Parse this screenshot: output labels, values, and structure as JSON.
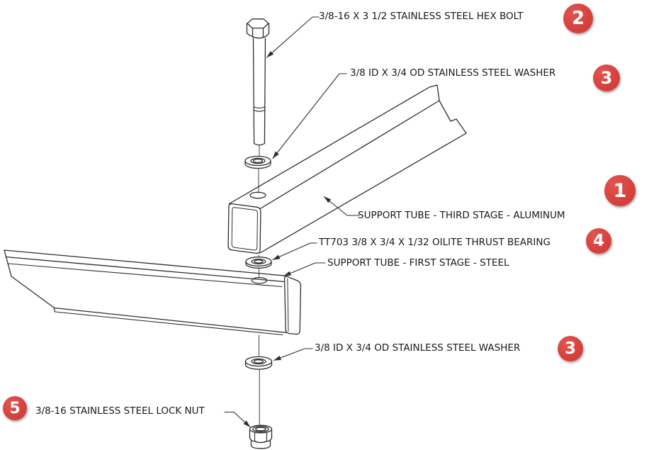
{
  "diagram_type": "exploded-assembly-drawing",
  "colors": {
    "background": "#ffffff",
    "line": "#2e2e2e",
    "label_text": "#1a1a1a",
    "badge_fill": "#d7423e",
    "badge_text": "#ffffff"
  },
  "callouts": [
    {
      "number": "2",
      "label": "3/8-16 X 3 1/2 STAINLESS STEEL HEX BOLT"
    },
    {
      "number": "3",
      "label": "3/8 ID X 3/4 OD STAINLESS STEEL WASHER"
    },
    {
      "number": "1",
      "label": "SUPPORT TUBE - THIRD STAGE - ALUMINUM"
    },
    {
      "number": "4",
      "label": "TT703 3/8 X 3/4 X 1/32 OILITE THRUST BEARING"
    },
    {
      "number": "",
      "label": "SUPPORT TUBE - FIRST STAGE - STEEL"
    },
    {
      "number": "3",
      "label": "3/8 ID X 3/4 OD STAINLESS STEEL WASHER"
    },
    {
      "number": "5",
      "label": "3/8-16 STAINLESS STEEL LOCK NUT"
    }
  ]
}
